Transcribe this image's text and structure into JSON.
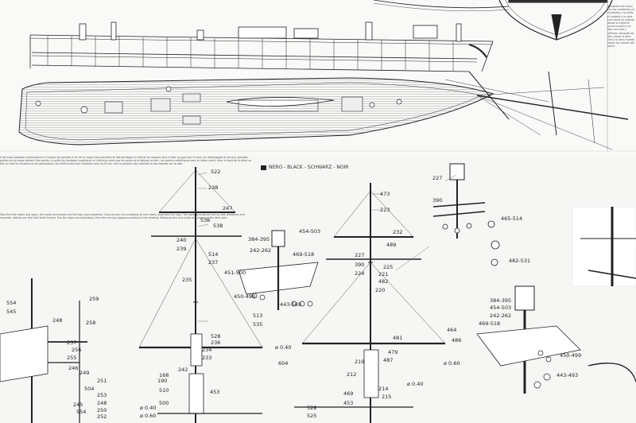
{
  "legend": {
    "text": "NERO - BLACK - SCHWARZ - NOIR",
    "color": "#222222"
  },
  "labels": [
    {
      "id": "522",
      "text": "522"
    },
    {
      "id": "238",
      "text": "238"
    },
    {
      "id": "247",
      "text": "247"
    },
    {
      "id": "536",
      "text": "536"
    },
    {
      "id": "538",
      "text": "538"
    },
    {
      "id": "240",
      "text": "240"
    },
    {
      "id": "239",
      "text": "239"
    },
    {
      "id": "514",
      "text": "514"
    },
    {
      "id": "237",
      "text": "237"
    },
    {
      "id": "235",
      "text": "235"
    },
    {
      "id": "513",
      "text": "513"
    },
    {
      "id": "535",
      "text": "535"
    },
    {
      "id": "528",
      "text": "528"
    },
    {
      "id": "236",
      "text": "236"
    },
    {
      "id": "234",
      "text": "234"
    },
    {
      "id": "233",
      "text": "233"
    },
    {
      "id": "242",
      "text": "242"
    },
    {
      "id": "168",
      "text": "168"
    },
    {
      "id": "190",
      "text": "190"
    },
    {
      "id": "510",
      "text": "510"
    },
    {
      "id": "500",
      "text": "500"
    },
    {
      "id": "453",
      "text": "453"
    },
    {
      "id": "604",
      "text": "604"
    },
    {
      "id": "d040",
      "text": "ø 0.40"
    },
    {
      "id": "384-395",
      "text": "384-395"
    },
    {
      "id": "454-503",
      "text": "454-503"
    },
    {
      "id": "242-262",
      "text": "242-262"
    },
    {
      "id": "469-518",
      "text": "469-518"
    },
    {
      "id": "451-500",
      "text": "451-500"
    },
    {
      "id": "450-499",
      "text": "450-499"
    },
    {
      "id": "443-569",
      "text": "443-569"
    },
    {
      "id": "473",
      "text": "473"
    },
    {
      "id": "223",
      "text": "223"
    },
    {
      "id": "232",
      "text": "232"
    },
    {
      "id": "489",
      "text": "489"
    },
    {
      "id": "227",
      "text": "227"
    },
    {
      "id": "390",
      "text": "390"
    },
    {
      "id": "225",
      "text": "225"
    },
    {
      "id": "224",
      "text": "224"
    },
    {
      "id": "221",
      "text": "221"
    },
    {
      "id": "482",
      "text": "482"
    },
    {
      "id": "220",
      "text": "220"
    },
    {
      "id": "481",
      "text": "481"
    },
    {
      "id": "486",
      "text": "486"
    },
    {
      "id": "464",
      "text": "464"
    },
    {
      "id": "219",
      "text": "219"
    },
    {
      "id": "479",
      "text": "479"
    },
    {
      "id": "487",
      "text": "487"
    },
    {
      "id": "212",
      "text": "212"
    },
    {
      "id": "d060",
      "text": "ø 0.60"
    },
    {
      "id": "d040b",
      "text": "ø 0.40"
    },
    {
      "id": "214",
      "text": "214"
    },
    {
      "id": "215",
      "text": "215"
    },
    {
      "id": "469",
      "text": "469"
    },
    {
      "id": "453b",
      "text": "453"
    },
    {
      "id": "525",
      "text": "525"
    },
    {
      "id": "528b",
      "text": "528"
    },
    {
      "id": "227r",
      "text": "227"
    },
    {
      "id": "390r",
      "text": "390"
    },
    {
      "id": "465-514",
      "text": "465-514"
    },
    {
      "id": "482-531",
      "text": "482-531"
    },
    {
      "id": "384-395r",
      "text": "384-395"
    },
    {
      "id": "454-503r",
      "text": "454-503"
    },
    {
      "id": "242-262r",
      "text": "242-262"
    },
    {
      "id": "469-518r",
      "text": "469-518"
    },
    {
      "id": "450-499r",
      "text": "450-499"
    },
    {
      "id": "443-493",
      "text": "443-493"
    },
    {
      "id": "554",
      "text": "554"
    },
    {
      "id": "545",
      "text": "545"
    },
    {
      "id": "248",
      "text": "248"
    },
    {
      "id": "259",
      "text": "259"
    },
    {
      "id": "258",
      "text": "258"
    },
    {
      "id": "257",
      "text": "257"
    },
    {
      "id": "256",
      "text": "256"
    },
    {
      "id": "255",
      "text": "255"
    },
    {
      "id": "246",
      "text": "246"
    },
    {
      "id": "249",
      "text": "249"
    },
    {
      "id": "251",
      "text": "251"
    },
    {
      "id": "504",
      "text": "504"
    },
    {
      "id": "253",
      "text": "253"
    },
    {
      "id": "248b",
      "text": "248"
    },
    {
      "id": "250",
      "text": "250"
    },
    {
      "id": "252",
      "text": "252"
    },
    {
      "id": "245",
      "text": "245"
    },
    {
      "id": "554b",
      "text": "554"
    },
    {
      "id": "d060b",
      "text": "ø 0.60"
    },
    {
      "id": "d040c",
      "text": "ø 0.40"
    }
  ],
  "texts": {
    "body_1": "Il est aussi possible contrairement à l'aspect de peindre la fin de la coque des montants et des bordages Le mât et les vergues sont à fixer au pont par le haut; les bastingages et les plus grandes parties de la coque doivent être peints; la quille les bordages supérieurs et inférieurs ainsi que les ponts et le tableau arrière. Les parties métalliques sont en laiton noirci. Avec le bout de la pièce on fixe au mât les haubans et les galhaubans, les enfléchures sont réalisées avec du fil noir. Voir la position des cabillots et des taquets sur le plan.",
    "body_2": "Take first the masts and spars, the yards and booms and the tops and crosstrees. Glue and pin the crosstrees to the masts; assemble the caps. The lower shrouds are set up with deadeyes and lanyards; ratlines are tied with black thread. Run the stays and backstays, then the running rigging according to the drawing. Belaying pins and cleats are shown on the deck plan.",
    "side_1": "Prospecto del casco con las cuadernas ya montadas y la quilla, el codaste y la roda. Las tracas se colocan desde la cubierta hacia la quilla y se fijan con cola y alfileres. Después de lijar, pintar la obra viva y la obra muerta según los colores del plano."
  }
}
